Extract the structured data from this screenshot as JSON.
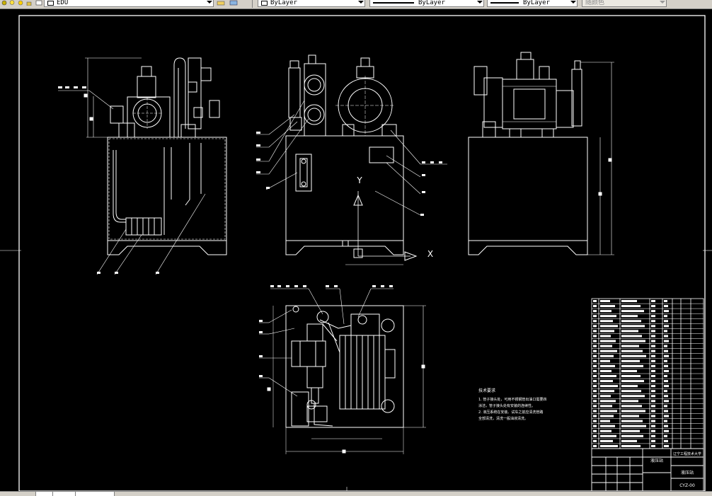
{
  "toolbar": {
    "layer_value": "EDU",
    "color_value": "ByLayer",
    "linetype_value": "ByLayer",
    "lineweight_value": "ByLayer",
    "plotstyle_value": "随颜色"
  },
  "drawing": {
    "axis_y_label": "Y",
    "axis_x_label": "X",
    "technical_requirements_title": "技术要求",
    "technical_requirements": [
      "1. 管子接头处，可用不锈钢管出油口需要四",
      "   涂洁，管子接头处有安装的连续性。",
      "2. 液压系统在安装、试车之前应清洗管路",
      "   全部清洗，清洗一般油液清洗。"
    ],
    "title_block": {
      "drawing_name": "液压站",
      "school": "辽宁工程技术大学",
      "drawing_no": "液压站",
      "code": "CYZ-00"
    }
  },
  "colors": {
    "background": "#000000",
    "lines": "#ffffff",
    "toolbar": "#d4d0c8"
  }
}
